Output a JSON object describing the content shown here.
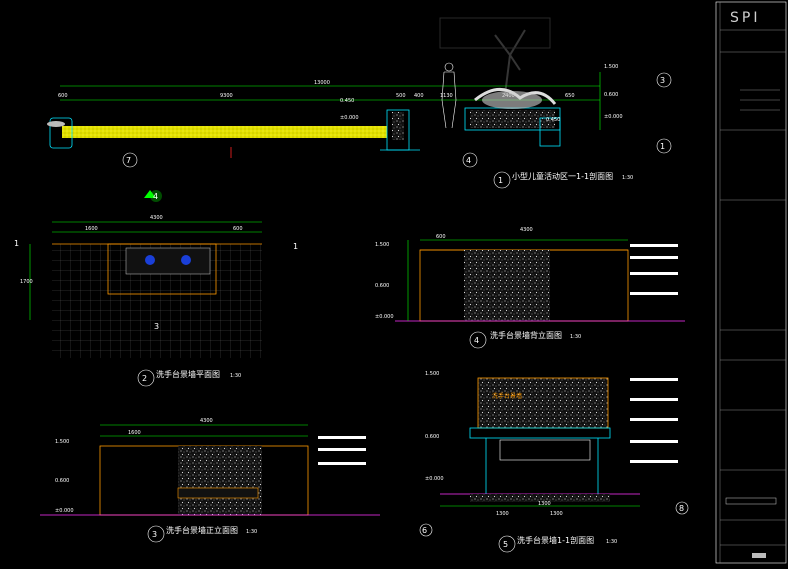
{
  "title_block": {
    "logo": "SPI"
  },
  "view1": {
    "number": "1",
    "title": "小型儿童活动区一1-1剖面图",
    "scale": "1:30",
    "dims": [
      "13000",
      "600",
      "9300",
      "500",
      "400",
      "1130",
      "2400",
      "650"
    ],
    "elevations": [
      "0.450",
      "±0.000",
      "1.500",
      "0.600",
      "±0.000",
      "0.450"
    ],
    "callouts": [
      "3",
      "1",
      "7",
      "4"
    ]
  },
  "view2": {
    "number": "2",
    "title": "洗手台景墙平面图",
    "scale": "1:30",
    "dims": [
      "4300",
      "1600",
      "600",
      "1700"
    ],
    "callouts": [
      "4",
      "3",
      "1",
      "1"
    ]
  },
  "view3": {
    "number": "3",
    "title": "洗手台景墙正立面图",
    "scale": "1:30",
    "dims": [
      "4300",
      "1600"
    ],
    "elevations": [
      "1.500",
      "0.600",
      "±0.000"
    ]
  },
  "view4": {
    "number": "4",
    "title": "洗手台景墙背立面图",
    "scale": "1:30",
    "dims": [
      "4300",
      "600"
    ],
    "elevations": [
      "1.500",
      "0.600",
      "±0.000"
    ]
  },
  "view5": {
    "number": "5",
    "title": "洗手台景墙1-1剖面图",
    "scale": "1:30",
    "labels": [
      "洗手台景墙"
    ],
    "dims": [
      "1300",
      "1300",
      "1300"
    ],
    "elevations": [
      "1.500",
      "0.600",
      "±0.000"
    ],
    "callouts": [
      "6",
      "8"
    ]
  }
}
